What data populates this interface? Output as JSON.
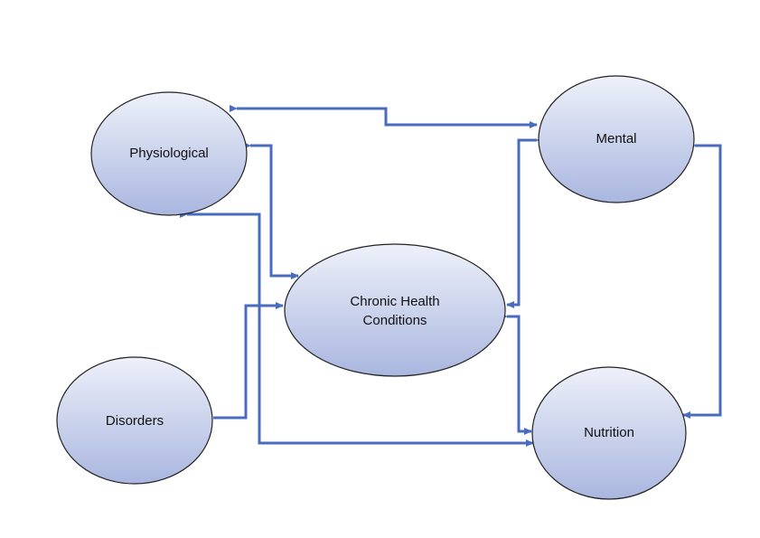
{
  "nodes": {
    "physiological": {
      "label": "Physiological"
    },
    "mental": {
      "label": "Mental"
    },
    "chronic": {
      "label_line1": "Chronic Health",
      "label_line2": "Conditions"
    },
    "disorders": {
      "label": "Disorders"
    },
    "nutrition": {
      "label": "Nutrition"
    }
  },
  "colors": {
    "connector": "#4a6cbf",
    "node_fill_top": "#eef1fa",
    "node_fill_bottom": "#a9b6df",
    "node_stroke": "#222222"
  }
}
